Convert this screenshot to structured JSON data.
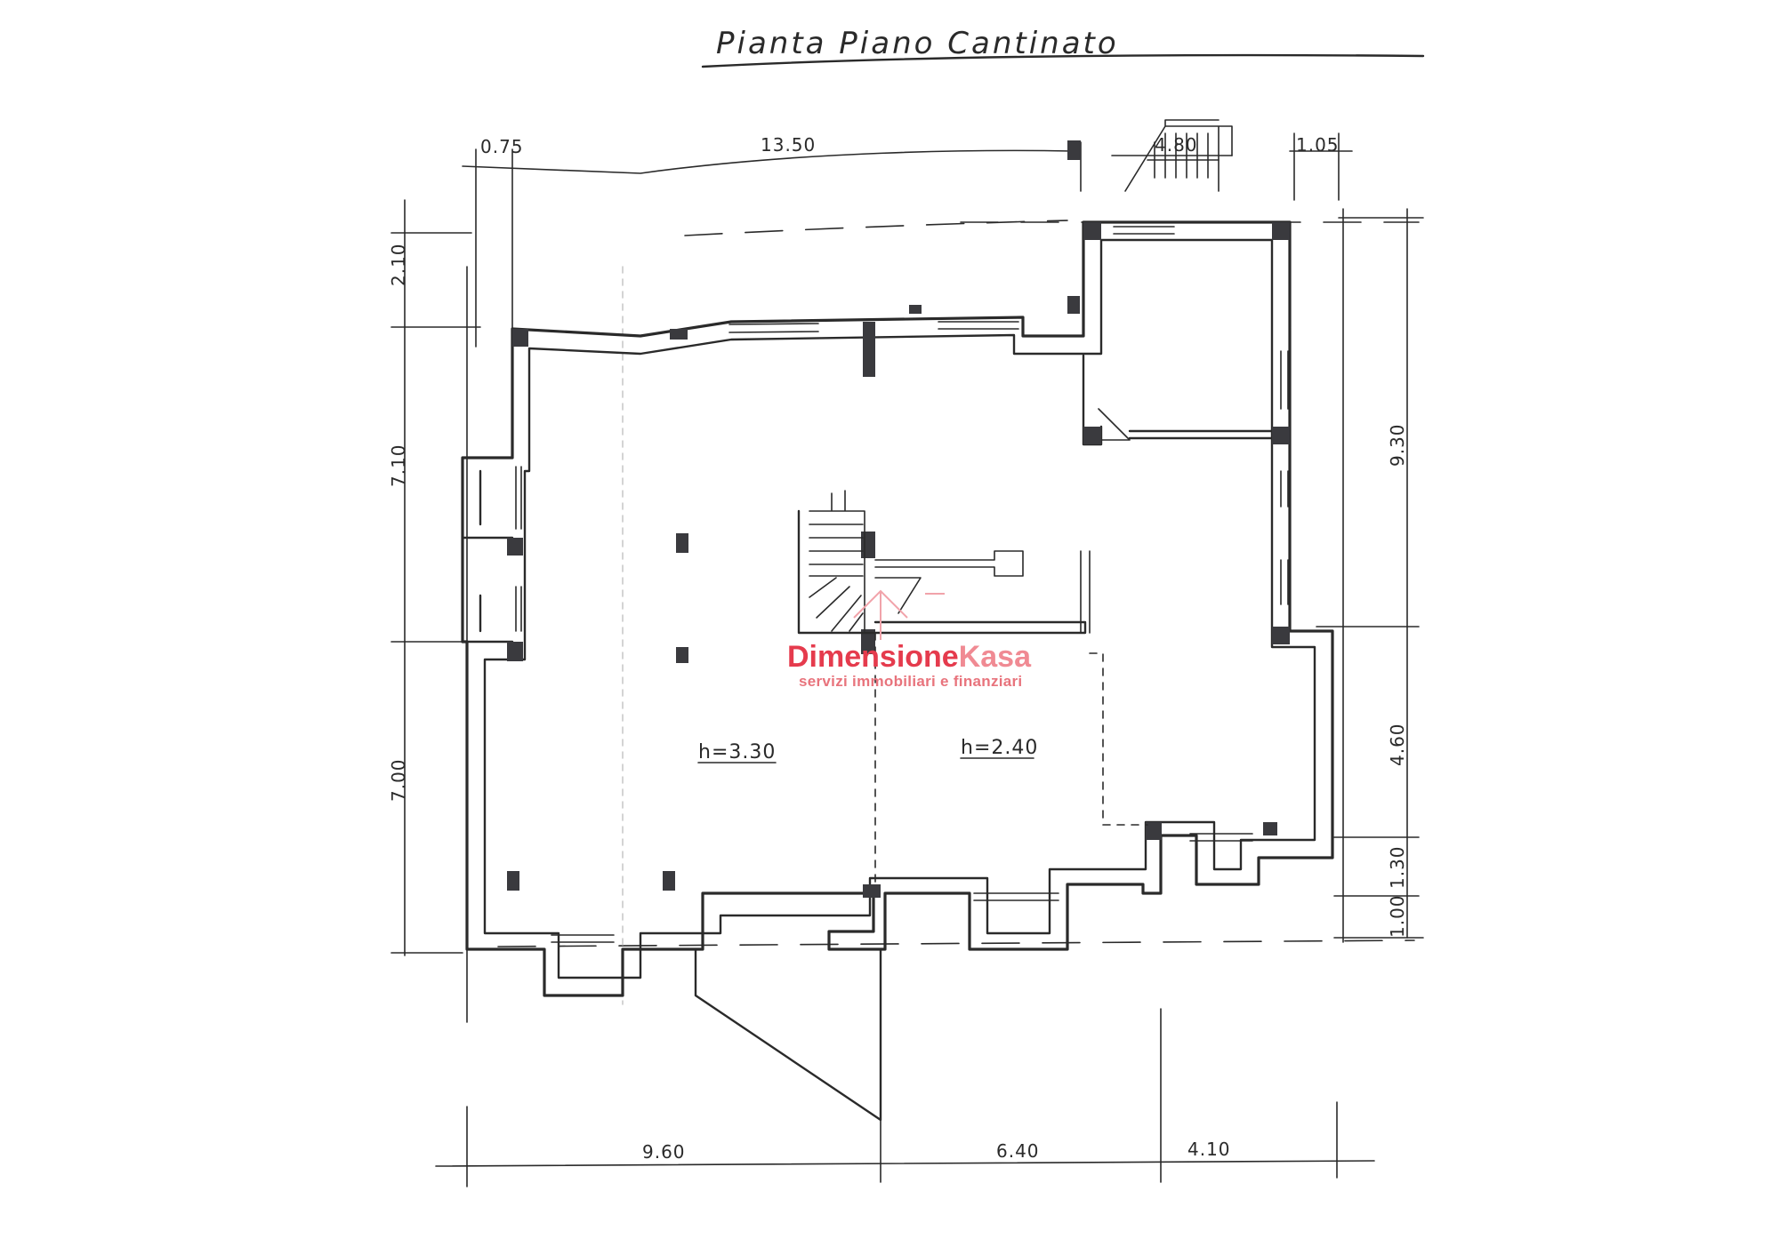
{
  "title": "Pianta Piano Cantinato",
  "dimensions": {
    "top": [
      "0.75",
      "13.50",
      "4.80",
      "1.05"
    ],
    "left": [
      "2.10",
      "7.10",
      "7.00"
    ],
    "right": [
      "9.30",
      "4.60",
      "1.30",
      "1.00"
    ],
    "bottom": [
      "9.60",
      "6.40",
      "4.10"
    ]
  },
  "rooms": [
    {
      "height_label": "h=3.30"
    },
    {
      "height_label": "h=2.40"
    }
  ],
  "watermark": {
    "brand_part1": "Dimensione",
    "brand_part2": "Kasa",
    "tagline": "servizi immobiliari e finanziari",
    "brand_color_1": "#e53b4d",
    "brand_color_2": "#f08a93"
  }
}
